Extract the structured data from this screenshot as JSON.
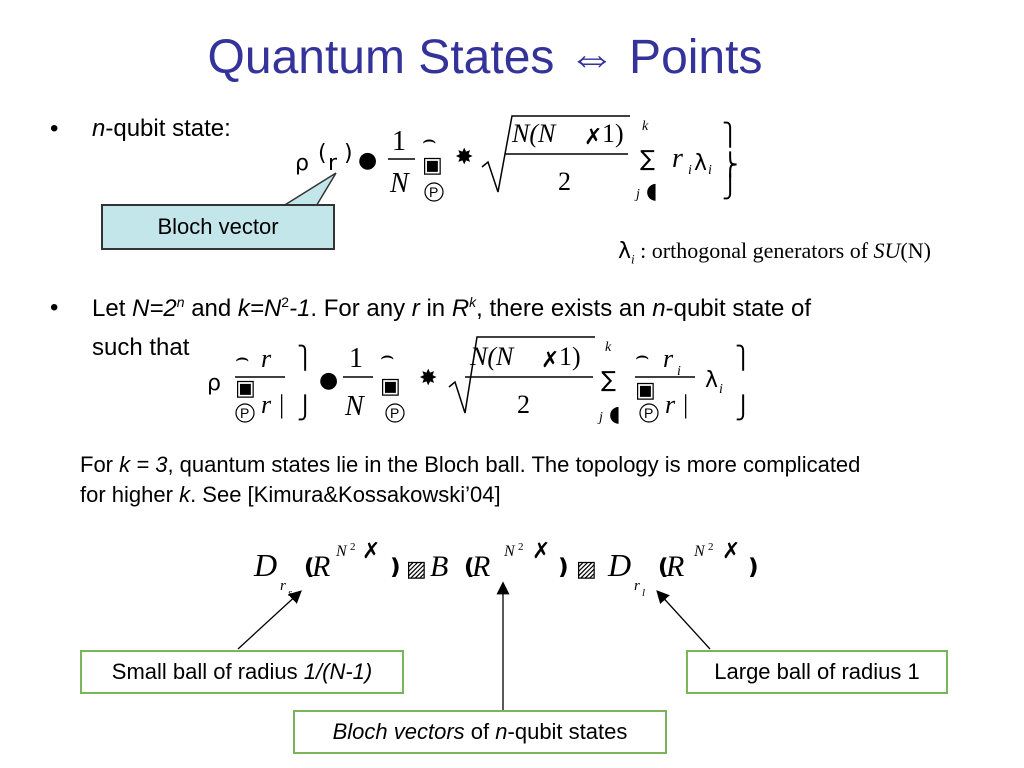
{
  "slide": {
    "title": "Quantum States ⇔ Points",
    "bullet_symbol": "•",
    "bullet1": {
      "var_n": "n",
      "text": "-qubit state:"
    },
    "bloch_label": "Bloch vector",
    "generators_note": {
      "sym": "λ",
      "sub": "i",
      "text": ": orthogonal  generators  of",
      "su": "SU",
      "arg": "(N)"
    },
    "bullet2": {
      "p1": "Let ",
      "N_eq": "N=2",
      "sup_n": "n",
      "p2": " and ",
      "k_eq": "k=N",
      "sup_2": "2",
      "k_tail": "-1",
      "p3": ". For any ",
      "r": "r",
      "p4": " in ",
      "R": "R",
      "sup_k": "k",
      "p5": ", there exists an ",
      "n": "n",
      "p6": "-qubit state of",
      "line2": "such that"
    },
    "note": {
      "l1_a": "For ",
      "l1_k": "k = 3",
      "l1_b": ", quantum states lie in the Bloch ball. The topology is more complicated",
      "l2_a": "for higher ",
      "l2_k": "k",
      "l2_b": ". See [Kimura&Kossakowski’04]"
    },
    "eq1": {
      "one": "1",
      "N": "N",
      "num": "N(N",
      "num_tail": "1)",
      "two": "2",
      "k": "k",
      "j": "j",
      "r": "r",
      "i": "i"
    },
    "eq2": {
      "one": "1",
      "N": "N",
      "num": "N(N",
      "num_tail": "1)",
      "two": "2",
      "k": "k",
      "j": "j",
      "r": "r",
      "i": "i",
      "abs_r": "r |"
    },
    "eq3": {
      "D": "D",
      "rs": "r",
      "s": "s",
      "R": "R",
      "N2": "N",
      "sq": "2",
      "B": "B",
      "rl": "r",
      "l": "l"
    },
    "small_ball": {
      "a": "Small ball of radius ",
      "b": "1/(N-1)"
    },
    "large_ball": "Large ball of radius 1",
    "bloch_vectors": {
      "a": "Bloch vectors",
      "b": " of ",
      "c": "n",
      "d": "-qubit states"
    },
    "glyph_names": [
      "rho-icon",
      "sigma-icon",
      "lambda-icon",
      "sum-icon",
      "equals-icon",
      "plus-icon"
    ]
  }
}
